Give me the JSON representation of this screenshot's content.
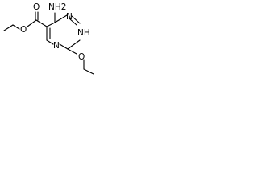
{
  "structure": {
    "atom_labels": {
      "nh2": "NH2",
      "ring_n_top": "N",
      "ring_nh": "NH",
      "ring_n_bottom": "N",
      "ester_o_carbonyl": "O",
      "ester_o": "O",
      "ethoxy_o": "O"
    }
  }
}
